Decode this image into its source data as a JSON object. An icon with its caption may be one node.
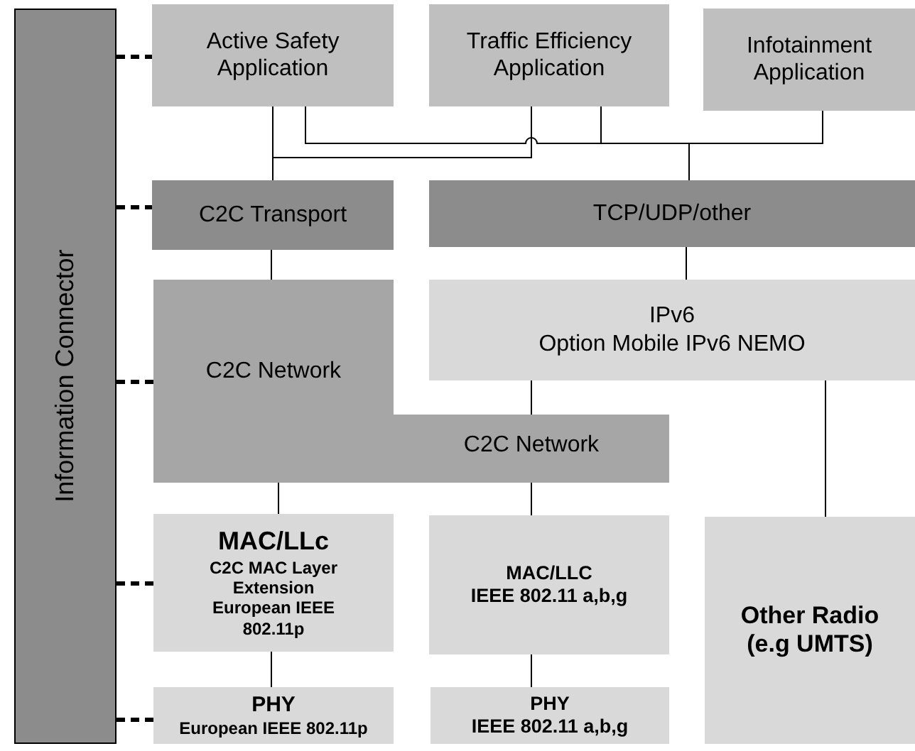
{
  "diagram": {
    "nodes": [
      {
        "text": [
          "Information Connector"
        ]
      },
      {
        "text": [
          "Active Safety Application"
        ]
      },
      {
        "text": [
          "Traffic Efficiency Application"
        ]
      },
      {
        "text": [
          "Infotainment Application"
        ]
      },
      {
        "text": [
          "C2C Transport"
        ]
      },
      {
        "text": [
          "TCP/UDP/other"
        ]
      },
      {
        "text": [
          "C2C Network",
          "C2C Network"
        ]
      },
      {
        "text": [
          "IPv6",
          "Option Mobile IPv6 NEMO"
        ]
      },
      {
        "text": [
          "MAC/LLc",
          "C2C MAC Layer Extension",
          "European IEEE 802.11p"
        ]
      },
      {
        "text": [
          "MAC/LLC",
          "IEEE 802.11 a,b,g"
        ]
      },
      {
        "text": [
          "Other Radio (e.g UMTS)"
        ]
      },
      {
        "text": [
          "PHY",
          "European IEEE 802.11p"
        ]
      },
      {
        "text": [
          "PHY",
          "IEEE 802.11 a,b,g"
        ]
      }
    ],
    "edges": [
      {
        "from": 0,
        "to": 1,
        "arrow": "none",
        "style": "dashed"
      },
      {
        "from": 0,
        "to": 4,
        "arrow": "none",
        "style": "dashed"
      },
      {
        "from": 0,
        "to": 6,
        "arrow": "none",
        "style": "dashed"
      },
      {
        "from": 0,
        "to": 8,
        "arrow": "none",
        "style": "dashed"
      },
      {
        "from": 0,
        "to": 11,
        "arrow": "none",
        "style": "dashed"
      },
      {
        "from": 1,
        "to": 4,
        "arrow": "none"
      },
      {
        "from": 2,
        "to": 4,
        "arrow": "none"
      },
      {
        "from": 1,
        "to": 5,
        "arrow": "none"
      },
      {
        "from": 2,
        "to": 5,
        "arrow": "none"
      },
      {
        "from": 3,
        "to": 5,
        "arrow": "none"
      },
      {
        "from": 5,
        "to": 7,
        "arrow": "none"
      },
      {
        "from": 4,
        "to": 6,
        "arrow": "none"
      },
      {
        "from": 7,
        "to": 6,
        "arrow": "none"
      },
      {
        "from": 7,
        "to": 10,
        "arrow": "none"
      },
      {
        "from": 6,
        "to": 8,
        "arrow": "none"
      },
      {
        "from": 6,
        "to": 9,
        "arrow": "none"
      },
      {
        "from": 8,
        "to": 11,
        "arrow": "none"
      },
      {
        "from": 9,
        "to": 12,
        "arrow": "none"
      }
    ]
  }
}
